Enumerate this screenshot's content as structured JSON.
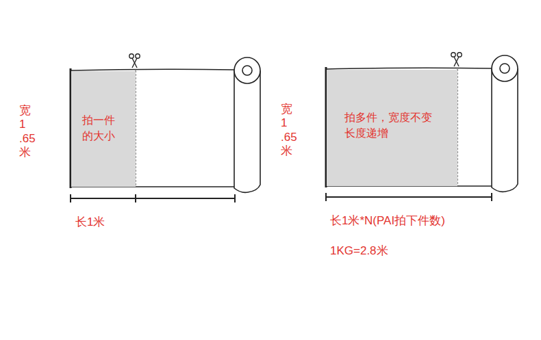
{
  "diagram": {
    "nodes": [
      {
        "text": [
          "拍一件 的大小"
        ]
      },
      {
        "text": [
          "拍多件，宽度不变 长度递增"
        ]
      }
    ],
    "labels": [
      "宽1 .65 米",
      "长1米",
      "宽1 .65 米",
      "长1米*N(PAI拍下件数)",
      "1KG=2.8米"
    ]
  }
}
